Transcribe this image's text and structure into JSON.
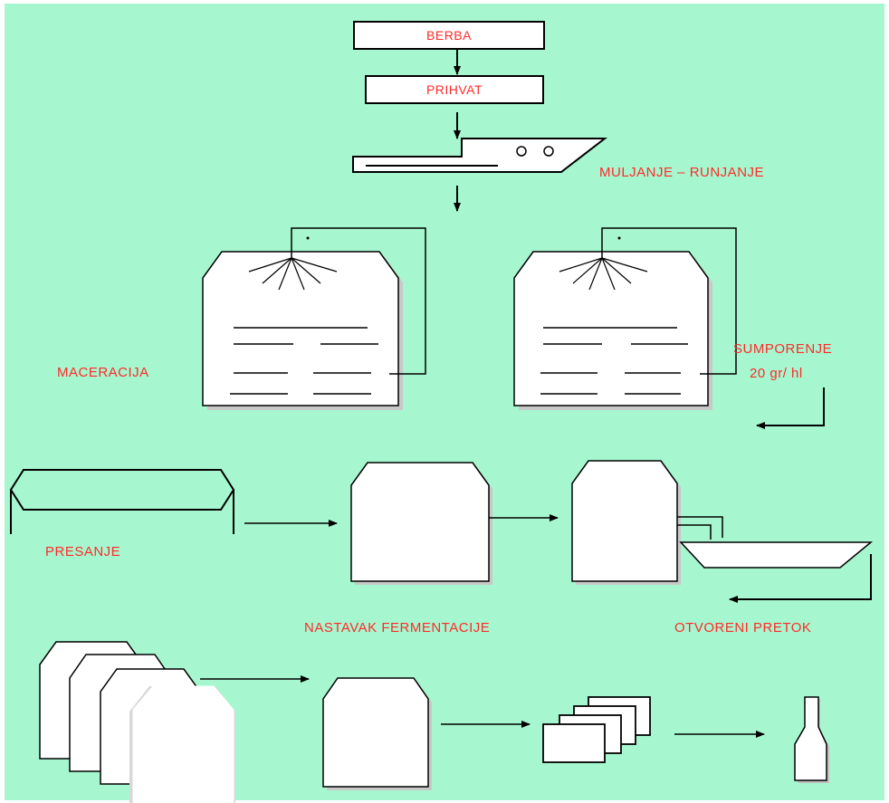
{
  "colors": {
    "background": "#a6f7cf",
    "label": "#ff2a2a",
    "stroke": "#000000",
    "fill": "#ffffff"
  },
  "diagram": {
    "steps": {
      "harvest": "BERBA",
      "reception": "PRIHVAT",
      "crushing": "MULJANJE – RUNJANJE",
      "maceration": "MACERACIJA",
      "sulfuring_title": "SUMPORENJE",
      "sulfuring_dose": "20 gr/ hl",
      "pressing": "PRESANJE",
      "fermentation": "NASTAVAK FERMENTACIJE",
      "racking": "OTVORENI PRETOK"
    }
  }
}
